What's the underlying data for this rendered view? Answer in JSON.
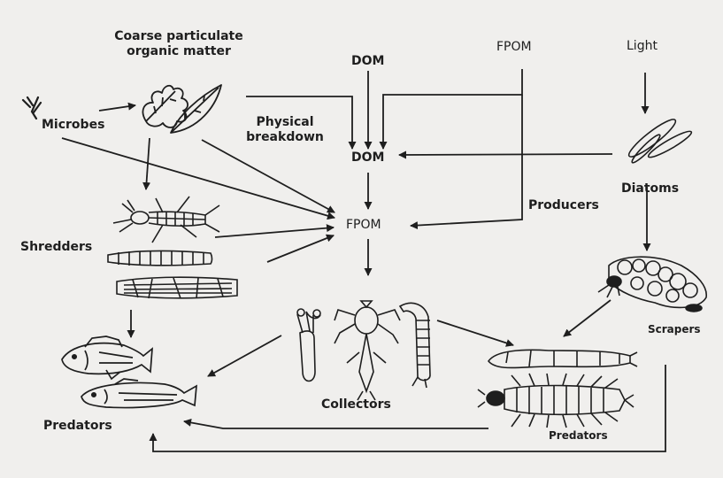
{
  "diagram": {
    "labels": {
      "coarse_pom": "Coarse particulate\norganic matter",
      "microbes": "Microbes",
      "physical_breakdown": "Physical\nbreakdown",
      "dom_top": "DOM",
      "fpom_top": "FPOM",
      "light": "Light",
      "dom_mid": "DOM",
      "fpom_mid": "FPOM",
      "producers": "Producers",
      "diatoms": "Diatoms",
      "shredders": "Shredders",
      "scrapers": "Scrapers",
      "collectors": "Collectors",
      "predators_left": "Predators",
      "predators_right": "Predators"
    }
  },
  "colors": {
    "ink": "#1e1e1e",
    "paper": "#f0efed"
  }
}
